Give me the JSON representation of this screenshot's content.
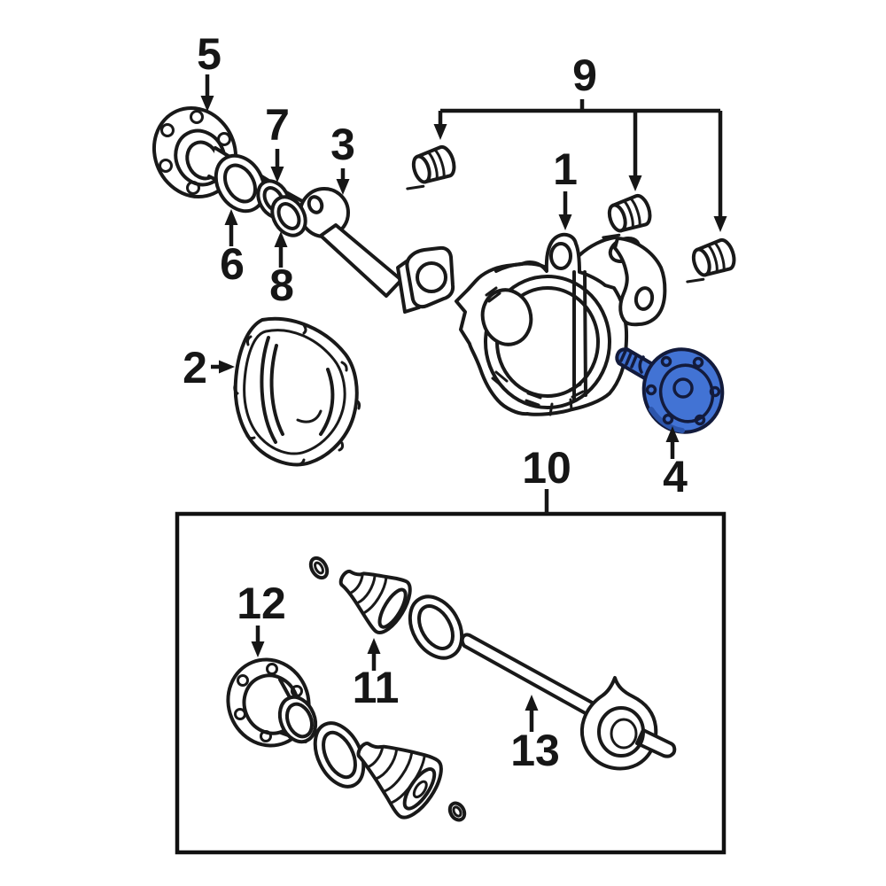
{
  "diagram": {
    "type": "exploded-parts-diagram",
    "highlighted_callout": "4",
    "box_group_callout": "10",
    "callouts": [
      {
        "number": "1"
      },
      {
        "number": "2"
      },
      {
        "number": "3"
      },
      {
        "number": "4"
      },
      {
        "number": "5"
      },
      {
        "number": "6"
      },
      {
        "number": "7"
      },
      {
        "number": "8"
      },
      {
        "number": "9"
      },
      {
        "number": "10"
      },
      {
        "number": "11"
      },
      {
        "number": "12"
      },
      {
        "number": "13"
      }
    ]
  },
  "colors": {
    "background": "#ffffff",
    "line": "#191919",
    "label": "#161616",
    "highlight_fill": "#4273d4",
    "highlight_stroke": "#131b3c",
    "highlight_shade": "#2c55ab"
  }
}
